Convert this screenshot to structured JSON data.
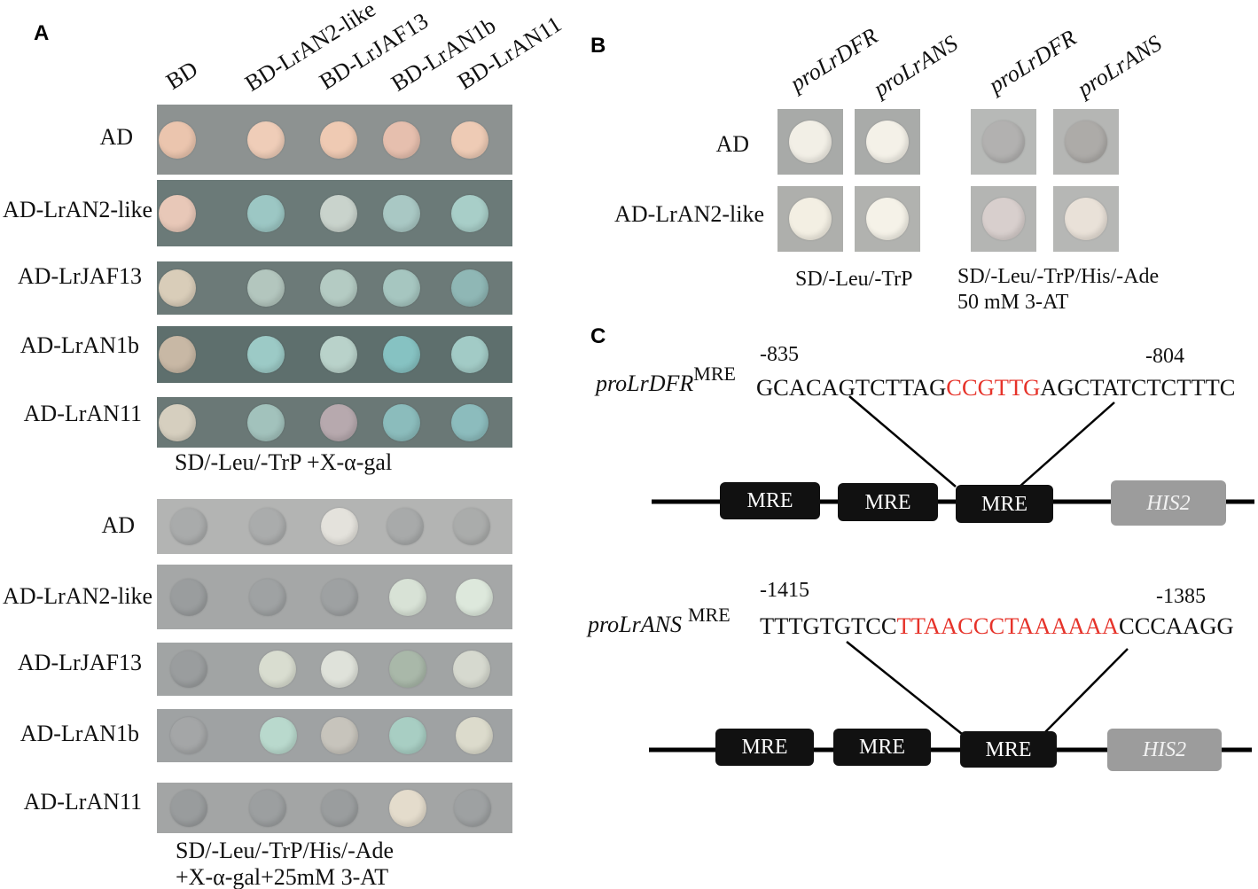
{
  "panel_a": {
    "label": "A",
    "columns": [
      "BD",
      "BD-LrAN2-like",
      "BD-LrJAF13",
      "BD-LrAN1b",
      "BD-LrAN11"
    ],
    "rows": [
      "AD",
      "AD-LrAN2-like",
      "AD-LrJAF13",
      "AD-LrAN1b",
      "AD-LrAN11"
    ],
    "caption_top": "SD/-Leu/-TrP +X-α-gal",
    "caption_bottom": [
      "SD/-Leu/-TrP/His/-Ade",
      "+X-α-gal+25mM 3-AT"
    ],
    "plates_top": [
      {
        "background": "#8d9291",
        "colonies": [
          "#ebc5ae",
          "#efcdb8",
          "#efcab3",
          "#e6bfae",
          "#eecbb5"
        ]
      },
      {
        "background": "#6b7a78",
        "colonies": [
          "#e8c8b8",
          "#9cc7c4",
          "#c9d3cc",
          "#a9c8c4",
          "#a8cec8"
        ]
      },
      {
        "background": "#6c7a78",
        "colonies": [
          "#d9cdb9",
          "#b3c6be",
          "#b4cbc3",
          "#a6c6c0",
          "#8fb7b5"
        ]
      },
      {
        "background": "#5e6f6d",
        "colonies": [
          "#c8b8a5",
          "#9ccac6",
          "#b9d2ca",
          "#86c2c2",
          "#a2cbc6"
        ]
      },
      {
        "background": "#6a7876",
        "colonies": [
          "#d6cfbf",
          "#a2c2bc",
          "#b7a9ae",
          "#8bbcbc",
          "#8cbcbd"
        ]
      }
    ],
    "plates_bottom": [
      {
        "background": "#b3b4b3",
        "colonies": [
          "#a9abab",
          "#aaacac",
          "#e4e2dc",
          "#a8aaaa",
          "#aaacab"
        ]
      },
      {
        "background": "#a5a7a7",
        "colonies": [
          "#9a9d9e",
          "#9fa2a3",
          "#9ea1a2",
          "#d8e2d6",
          "#dde8dc"
        ]
      },
      {
        "background": "#a1a4a4",
        "colonies": [
          "#9a9d9e",
          "#d9ddd0",
          "#dfe2da",
          "#a9b8a9",
          "#d6d9cf"
        ]
      },
      {
        "background": "#9fa2a3",
        "colonies": [
          "#a4a6a7",
          "#b9d9cd",
          "#c7c4bc",
          "#a8cec3",
          "#dcdbcc"
        ]
      },
      {
        "background": "#a3a5a5",
        "colonies": [
          "#999c9d",
          "#9c9fa0",
          "#9a9d9e",
          "#e4dccc",
          "#9ea1a2"
        ]
      }
    ]
  },
  "panel_b": {
    "label": "B",
    "columns": [
      "proLrDFR",
      "proLrANS",
      "proLrDFR",
      "proLrANS"
    ],
    "rows": [
      "AD",
      "AD-LrAN2-like"
    ],
    "caption_left": "SD/-Leu/-TrP",
    "caption_right": [
      "SD/-Leu/-TrP/His/-Ade",
      "50 mM 3-AT"
    ],
    "plates": [
      {
        "background": "#a8aaa8",
        "colony": "#f2efe6"
      },
      {
        "background": "#a9aba9",
        "colony": "#f4f1e8"
      },
      {
        "background": "#b7b9b7",
        "colony": "#b2b1b0"
      },
      {
        "background": "#b5b6b4",
        "colony": "#adaba8"
      },
      {
        "background": "#aeafac",
        "colony": "#f3efe3"
      },
      {
        "background": "#b1b2af",
        "colony": "#f5f2e8"
      },
      {
        "background": "#b4b5b3",
        "colony": "#d8cfcd"
      },
      {
        "background": "#b6b7b5",
        "colony": "#e9e1d8"
      }
    ]
  },
  "panel_c": {
    "label": "C",
    "constructs": [
      {
        "name": "proLrDFR",
        "superscript": "MRE",
        "start": "-835",
        "end": "-804",
        "seq_pre": "GCACAGTCTTAG",
        "seq_core": "CCGTTG",
        "seq_post": "AGCTATCTCTTTC",
        "elements": [
          "MRE",
          "MRE",
          "MRE",
          "HIS2"
        ]
      },
      {
        "name": "proLrANS",
        "superscript": "MRE",
        "start": "-1415",
        "end": "-1385",
        "seq_pre": "TTTGTGTCC",
        "seq_core": "TTAACCCTAAAAAA",
        "seq_post": "CCCAAGG",
        "elements": [
          "MRE",
          "MRE",
          "MRE",
          "HIS2"
        ]
      }
    ]
  },
  "colors": {
    "highlight": "#e6332a",
    "mre_box": "#111111",
    "his2_box": "#9c9c9c"
  }
}
